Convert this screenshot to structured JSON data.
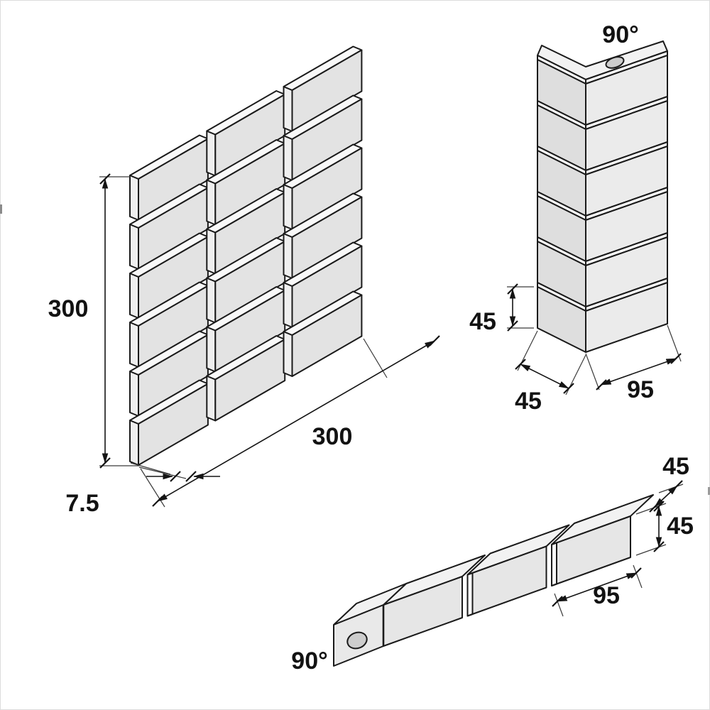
{
  "labels": {
    "flat": {
      "height": "300",
      "width": "300",
      "thickness": "7.5"
    },
    "stack": {
      "angle": "90°",
      "unit_height": "45",
      "leg_short": "45",
      "leg_long": "95"
    },
    "row": {
      "angle": "90°",
      "top_depth": "45",
      "face_height": "45",
      "length": "95"
    }
  },
  "structure": {
    "flat_sheet": {
      "columns": 3,
      "rows": 6
    },
    "corner_column": {
      "units": 6
    },
    "corner_row": {
      "units": 3
    }
  },
  "colors": {
    "outline": "#1a1a1a",
    "tile_face": "#e3e3e3",
    "tile_bevel": "#f9f9f9",
    "background": "#ffffff"
  }
}
